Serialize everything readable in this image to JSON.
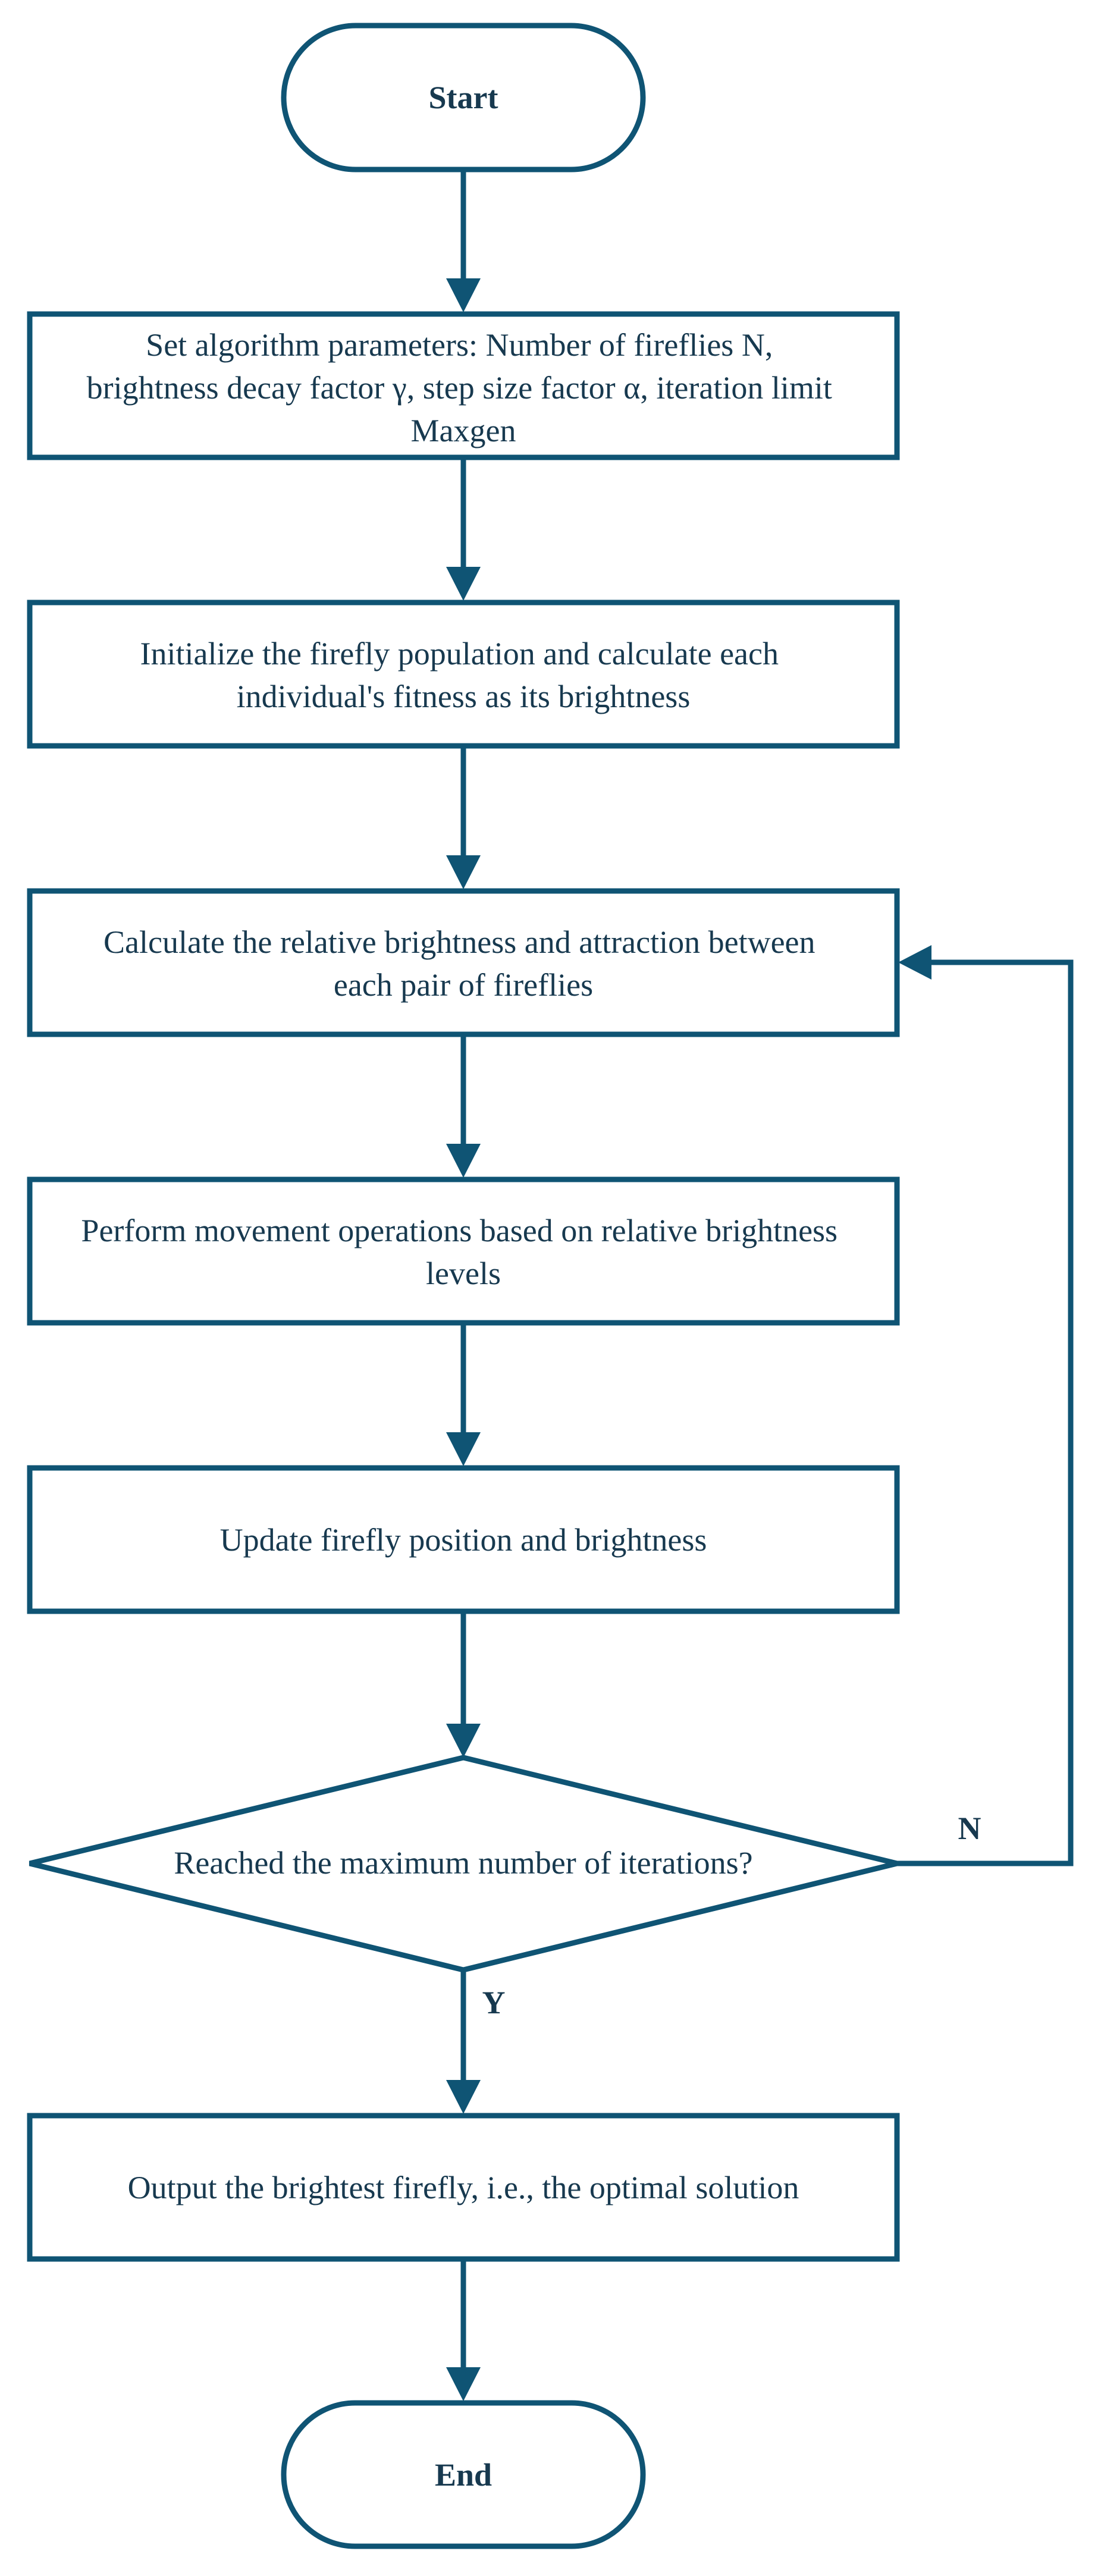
{
  "colors": {
    "stroke": "#0f5474",
    "text": "#17394f",
    "background": "#ffffff"
  },
  "flowchart": {
    "start": {
      "label": "Start"
    },
    "steps": [
      {
        "lines": [
          "Set algorithm parameters: Number of fireflies N,",
          "brightness decay factor γ, step size factor α, iteration limit",
          "Maxgen"
        ]
      },
      {
        "lines": [
          "Initialize the firefly population and calculate each",
          "individual's fitness as its brightness"
        ]
      },
      {
        "lines": [
          "Calculate the relative brightness and attraction between",
          "each pair of fireflies"
        ]
      },
      {
        "lines": [
          "Perform movement operations based on relative brightness",
          "levels"
        ]
      },
      {
        "lines": [
          "Update firefly position and brightness"
        ]
      }
    ],
    "decision": {
      "label": "Reached the maximum number of iterations?",
      "no_label": "N",
      "yes_label": "Y"
    },
    "output": {
      "lines": [
        "Output the brightest firefly, i.e., the optimal solution"
      ]
    },
    "end": {
      "label": "End"
    }
  }
}
